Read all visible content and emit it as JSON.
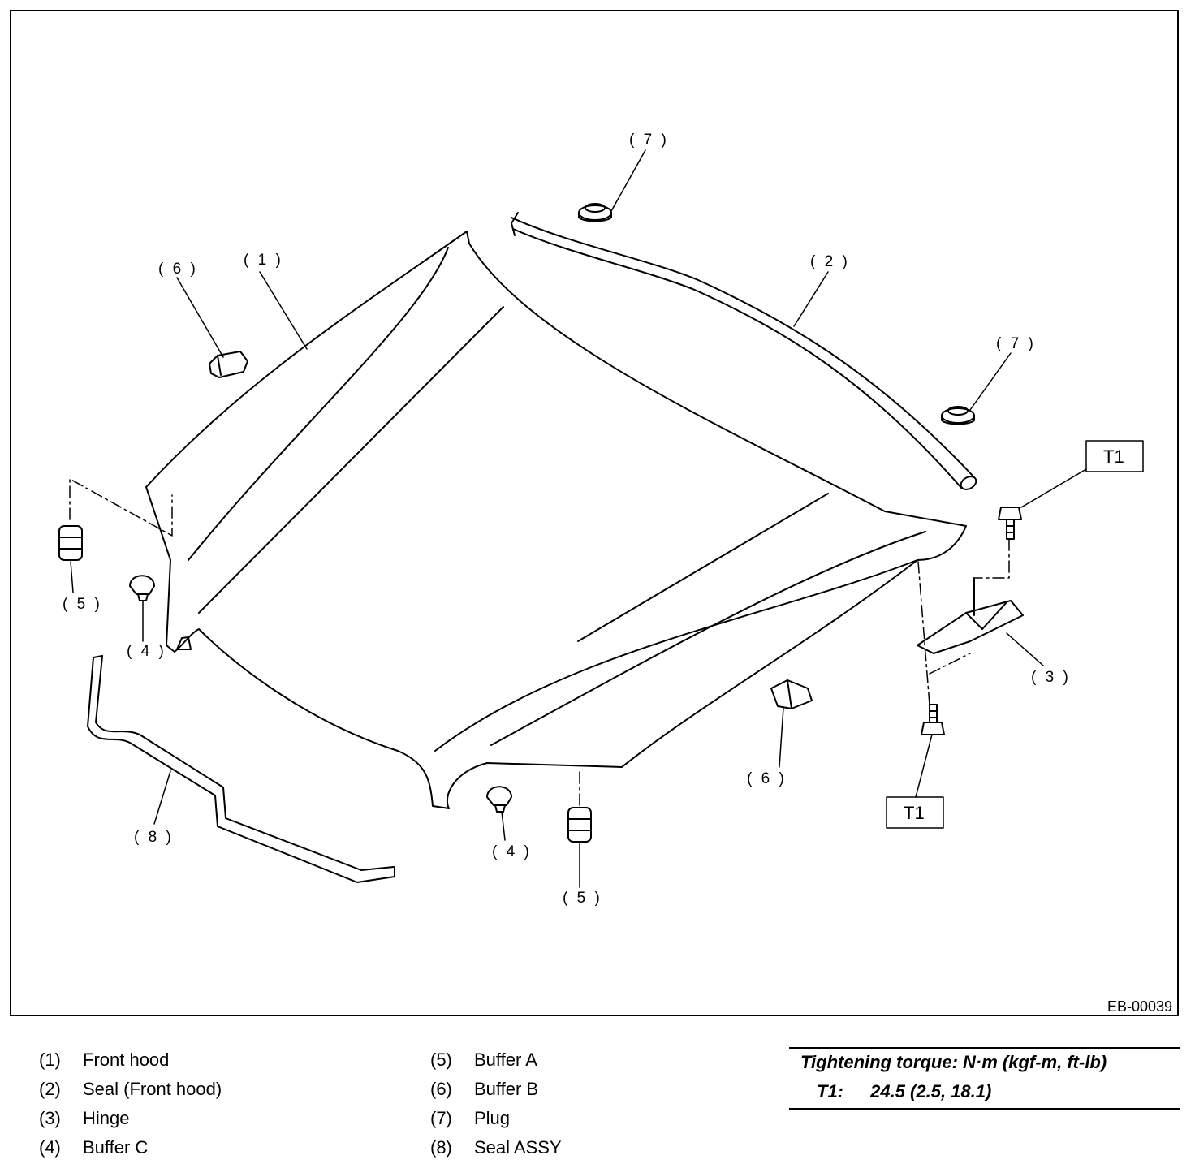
{
  "diagram": {
    "figure_id": "EB-00039",
    "callouts": {
      "c1": "( 1 )",
      "c2": "( 2 )",
      "c3": "( 3 )",
      "c4a": "( 4 )",
      "c4b": "( 4 )",
      "c5a": "( 5 )",
      "c5b": "( 5 )",
      "c6a": "( 6 )",
      "c6b": "( 6 )",
      "c7a": "( 7 )",
      "c7b": "( 7 )",
      "c8": "( 8 )"
    },
    "torque_boxes": {
      "upper": "T1",
      "lower": "T1"
    }
  },
  "legend": {
    "left": [
      {
        "num": "(1)",
        "label": "Front hood"
      },
      {
        "num": "(2)",
        "label": "Seal (Front hood)"
      },
      {
        "num": "(3)",
        "label": "Hinge"
      },
      {
        "num": "(4)",
        "label": "Buffer C"
      }
    ],
    "right": [
      {
        "num": "(5)",
        "label": "Buffer A"
      },
      {
        "num": "(6)",
        "label": "Buffer B"
      },
      {
        "num": "(7)",
        "label": "Plug"
      },
      {
        "num": "(8)",
        "label": "Seal ASSY"
      }
    ]
  },
  "torque": {
    "title": "Tightening torque: N·m (kgf-m, ft-lb)",
    "code": "T1:",
    "value": "24.5 (2.5, 18.1)"
  }
}
